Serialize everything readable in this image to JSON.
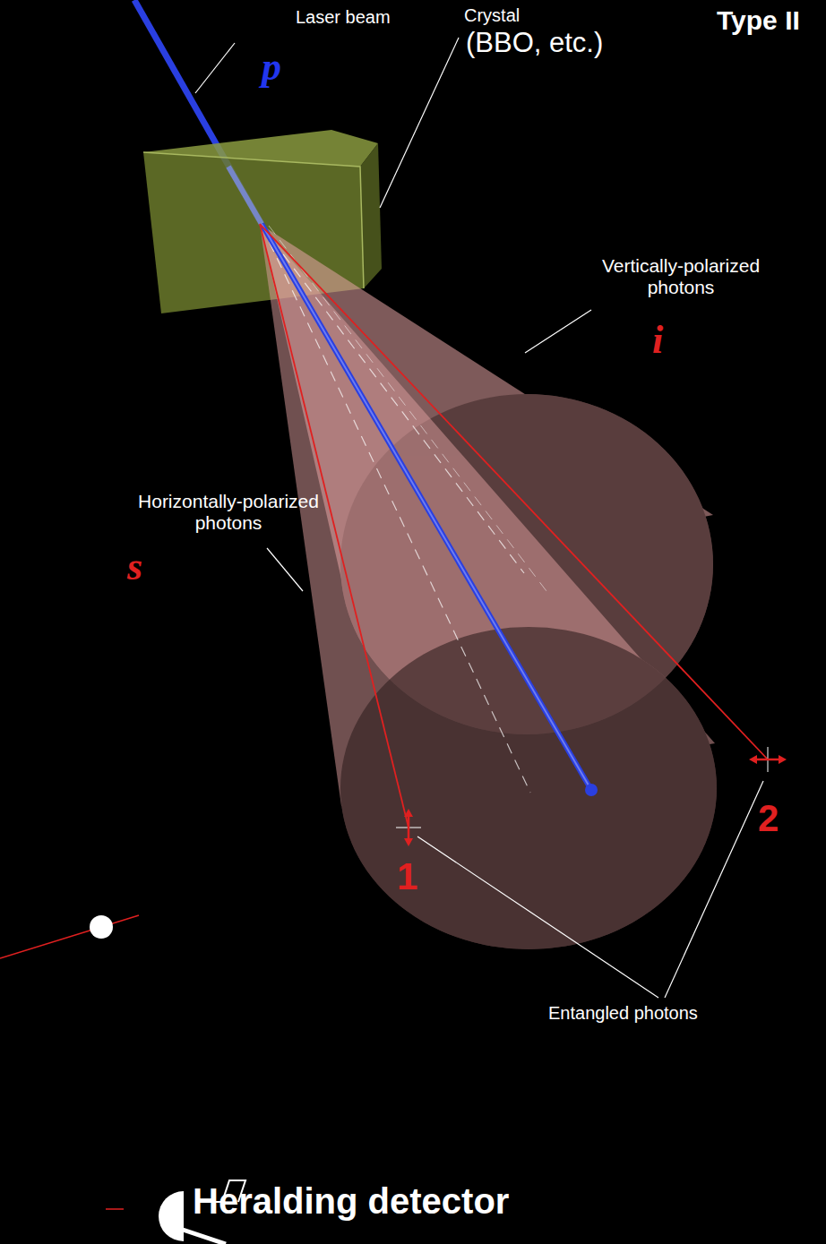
{
  "diagram": {
    "title": "Type II",
    "labels": [
      "Laser beam",
      "p",
      "Crystal",
      "(BBO, etc.)",
      "Vertically-polarized photons",
      "i",
      "Horizontally-polarized photons",
      "s",
      "1",
      "2",
      "Entangled photons",
      "Heralding detector"
    ]
  }
}
